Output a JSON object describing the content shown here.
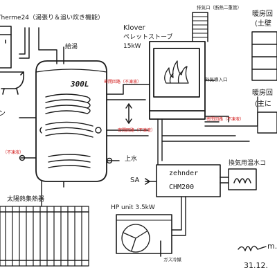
{
  "labels": {
    "therme": "Therme24（湯張り＆追い炊き機能）",
    "kyuto": "給湯",
    "tank_capacity": "300L",
    "klover_1": "Klover",
    "klover_2": "ペレットストーブ",
    "klover_3": "15kW",
    "exhaust": "排気口（断熱二重管）",
    "reikai_1": "暖房回",
    "reikai_1b": "(土壁",
    "reikai_2": "暖房回",
    "reikai_2b": "(主に",
    "mitsu_1": "密閉回路（不凍液）",
    "mitsu_2": "密閉回路（不凍液）",
    "mitsu_3": "密閉回路（不凍液）",
    "kyuki": "外気導入口",
    "fuutouei": "（不凍液）",
    "kansui": "上水",
    "kanki": "換気用温水コ",
    "zehnder_1": "zehnder",
    "zehnder_2": "CHM200",
    "sa": "SA",
    "solar": "太陽熱集熱器",
    "hp": "HP unit 3.5kW",
    "gas": "ガス冷媒",
    "left_partial": "ン",
    "sig": "m.",
    "date": "31.12."
  },
  "colors": {
    "ink": "#1a1a1a",
    "red_note": "#d11a1a",
    "flame": "#1a1a1a"
  },
  "icons": [
    "bathtub-icon",
    "flame-icon",
    "fan-icon",
    "coil-icon",
    "solar-panel-icon"
  ]
}
